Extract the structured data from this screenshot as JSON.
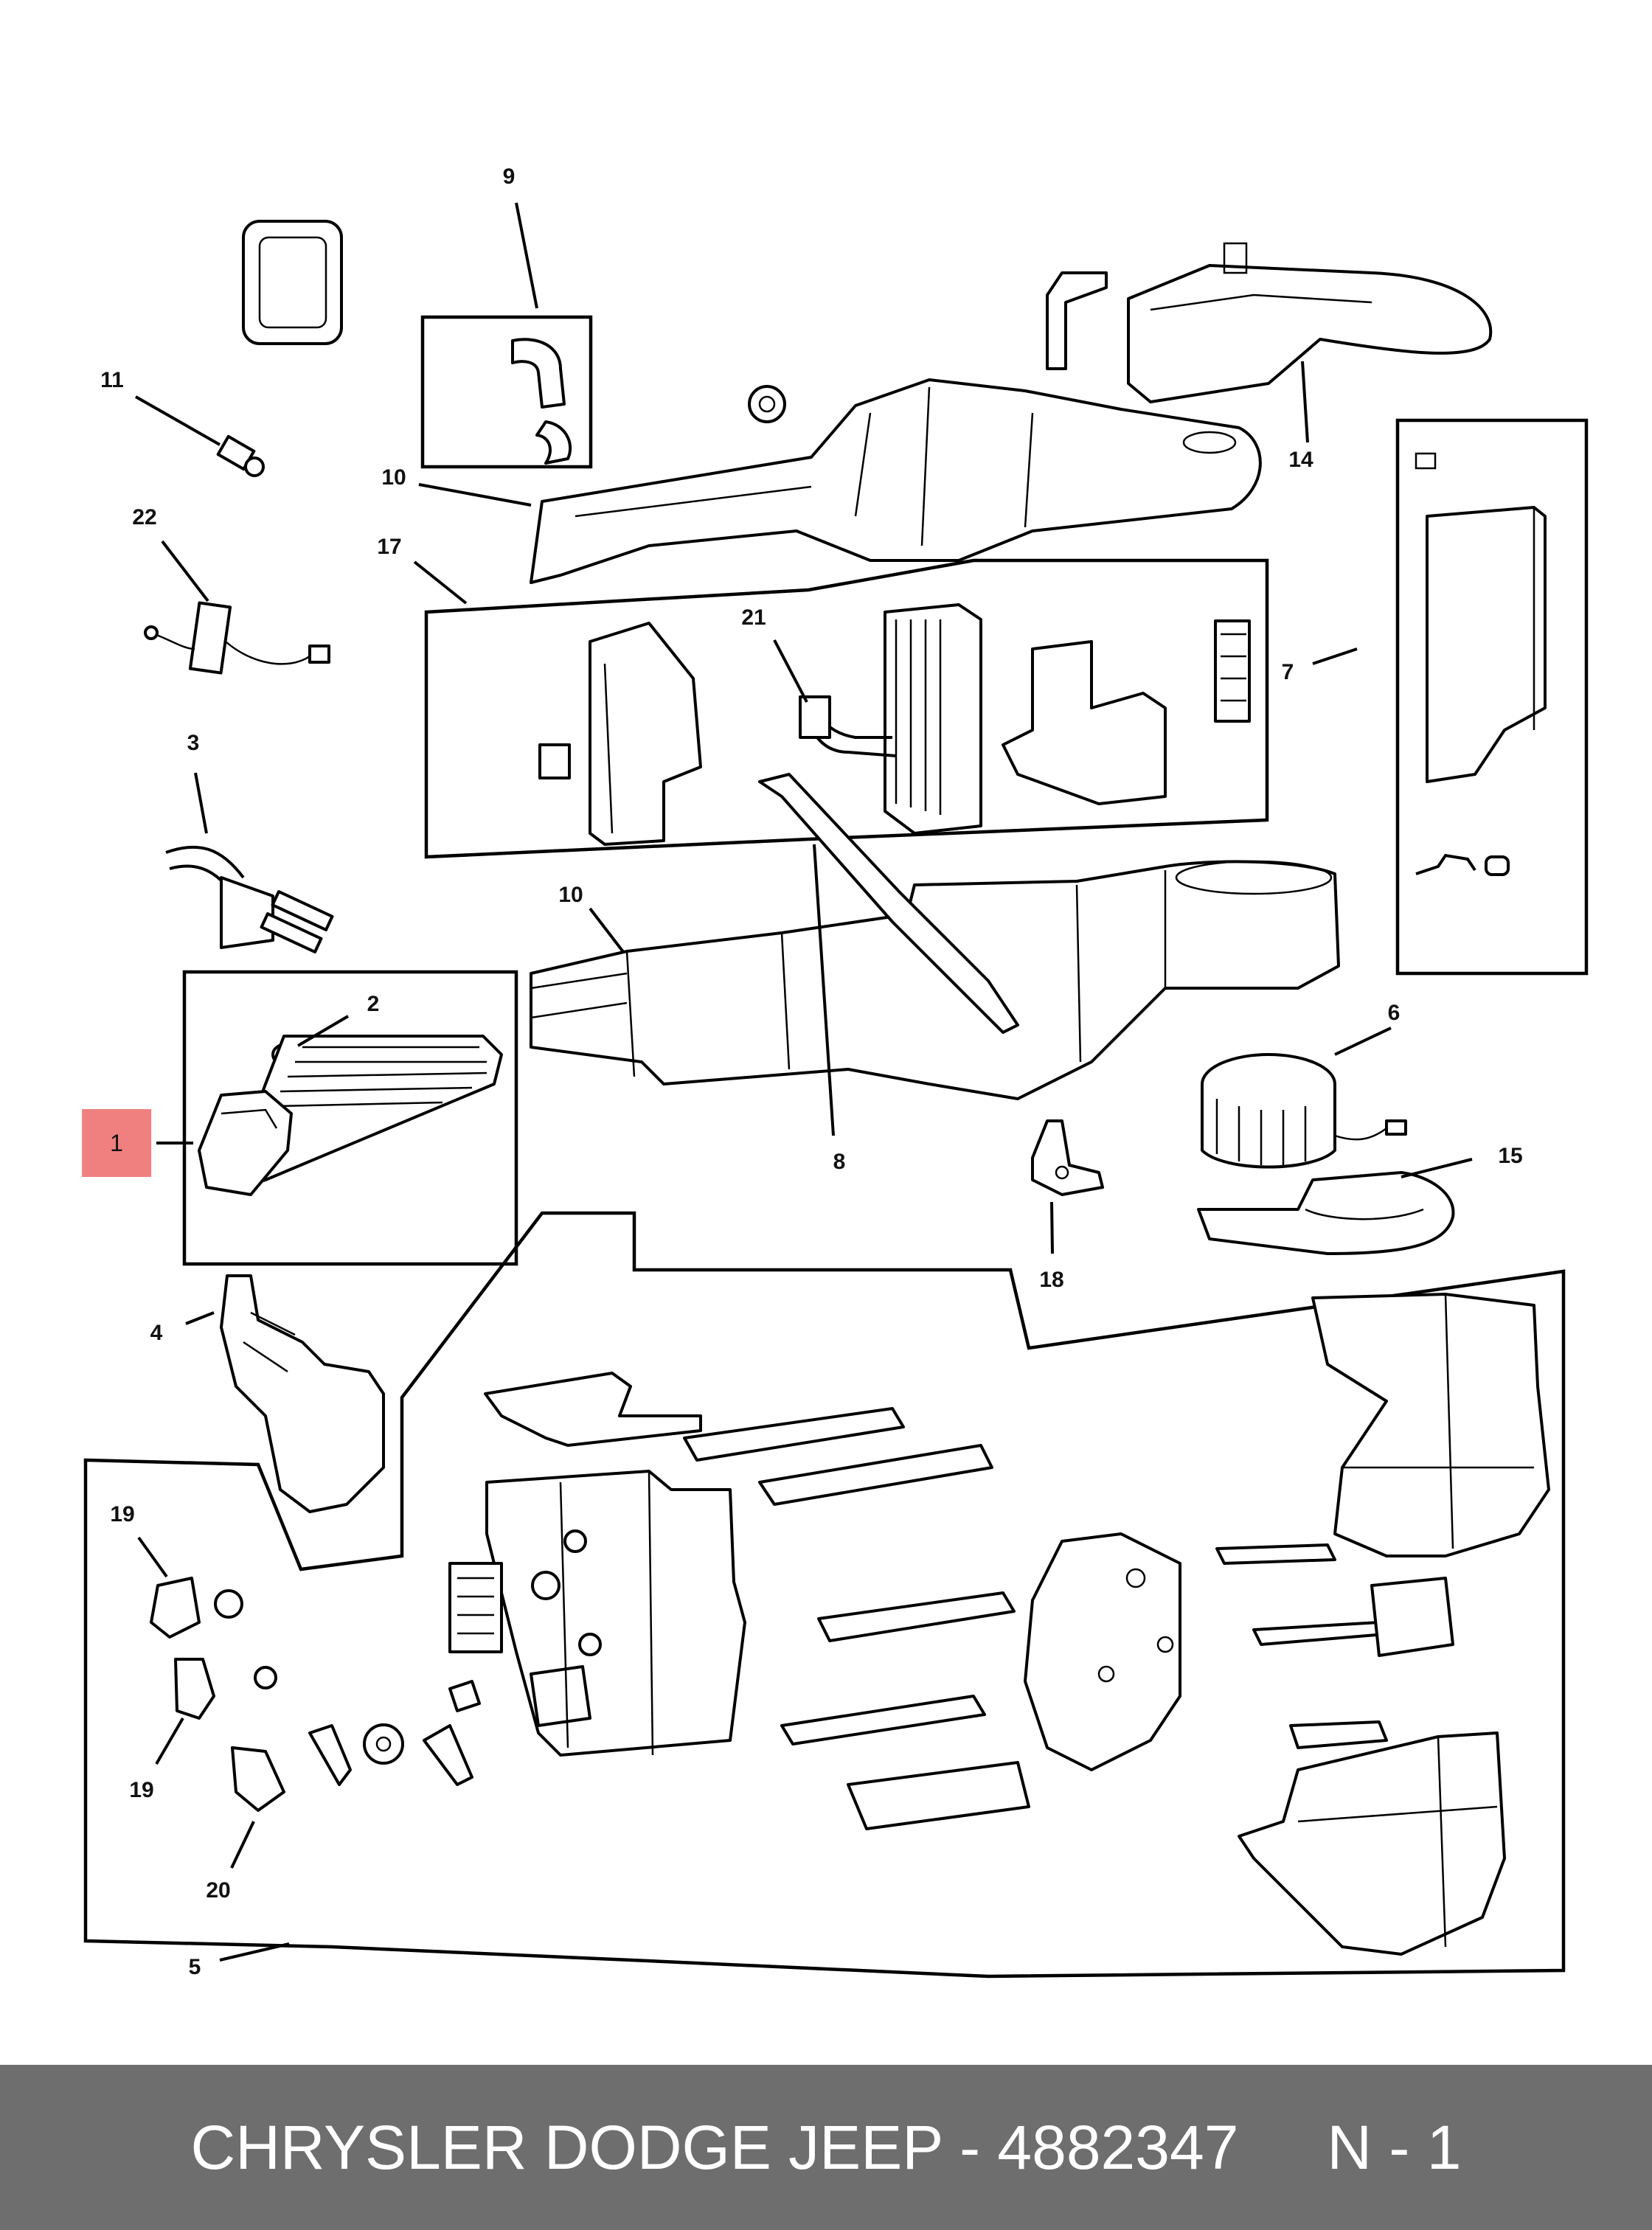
{
  "callouts": {
    "c1": "1",
    "c2": "2",
    "c3": "3",
    "c4": "4",
    "c5": "5",
    "c6": "6",
    "c7": "7",
    "c8": "8",
    "c9": "9",
    "c10a": "10",
    "c10b": "10",
    "c11": "11",
    "c14": "14",
    "c15": "15",
    "c17": "17",
    "c18": "18",
    "c19a": "19",
    "c19b": "19",
    "c20": "20",
    "c21": "21",
    "c22": "22"
  },
  "highlight_color": "#f08080",
  "footer": {
    "brand_part": "CHRYSLER DODGE JEEP - 4882347",
    "page_ref": "N - 1",
    "background_color": "#6e6e6e"
  }
}
